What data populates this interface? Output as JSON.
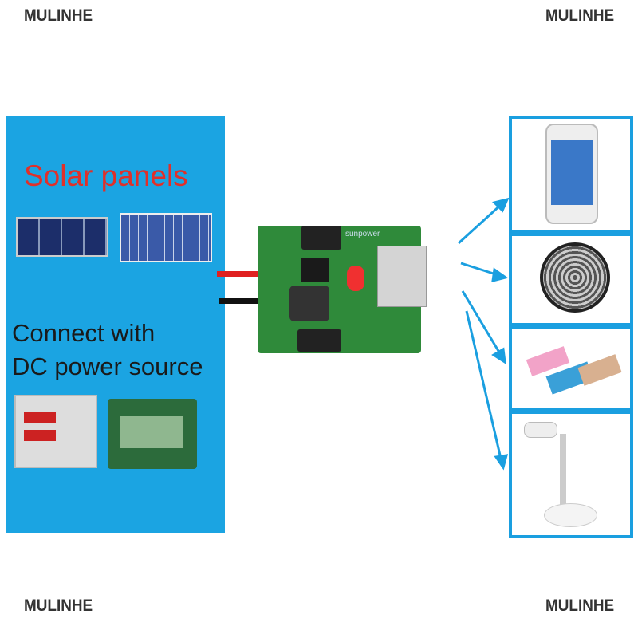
{
  "watermark": "MULINHE",
  "left_panel": {
    "title": "Solar panels",
    "line1": "Connect with",
    "line2": "DC power source"
  },
  "board": {
    "label": "sunpower"
  },
  "colors": {
    "panel": "#1ba4e2",
    "title": "#e0302a",
    "arrow": "#1a9fe0"
  },
  "devices": [
    "phone",
    "fan",
    "power-bank",
    "usb-lamp"
  ]
}
